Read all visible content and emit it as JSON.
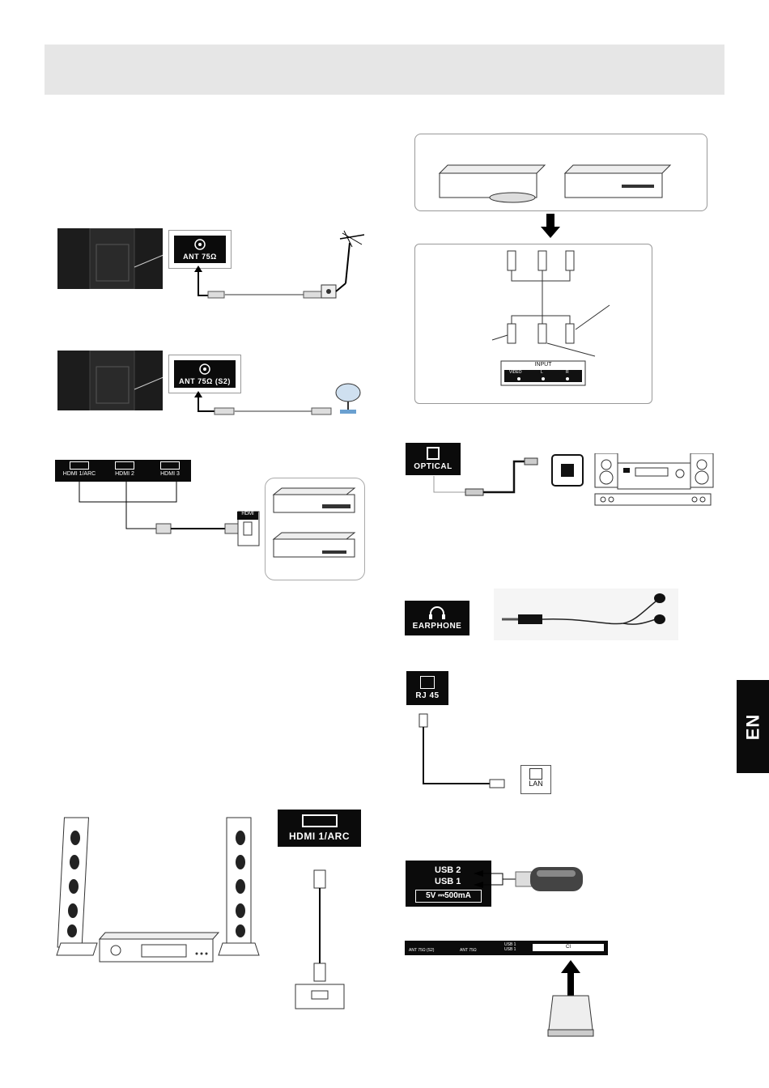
{
  "language_tab": "EN",
  "antenna": {
    "port_label": "ANT 75Ω"
  },
  "satellite": {
    "port_label": "ANT 75Ω (S2)"
  },
  "hdmi_panel": {
    "ports": [
      "HDMI 1/ARC",
      "HDMI 2",
      "HDMI 3"
    ],
    "device_port": "HDMI"
  },
  "hdmi_arc": {
    "label": "HDMI 1/ARC"
  },
  "av_input": {
    "panel_title": "INPUT",
    "jacks": [
      "VIDEO",
      "L",
      "R"
    ]
  },
  "optical": {
    "label": "OPTICAL"
  },
  "earphone": {
    "label": "EARPHONE"
  },
  "rj45": {
    "label": "RJ 45",
    "lan_label": "LAN"
  },
  "usb": {
    "ports": [
      "USB 2",
      "USB 1"
    ],
    "rating": "5V ⎓500mA"
  },
  "ci_strip": {
    "labels": [
      "ANT 75Ω (S2)",
      "ANT 75Ω",
      "USB 1",
      "USB 1"
    ],
    "ci_label": "CI"
  }
}
